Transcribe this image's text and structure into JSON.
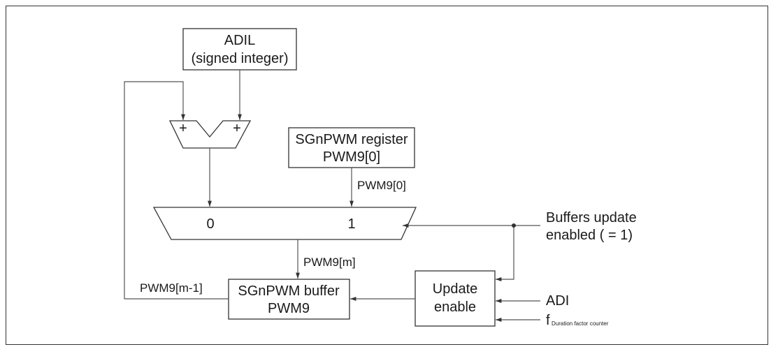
{
  "blocks": {
    "adil": {
      "line1": "ADIL",
      "line2": "(signed integer)"
    },
    "adder": {
      "plus_left": "+",
      "plus_right": "+"
    },
    "register": {
      "line1": "SGnPWM register",
      "line2": "PWM9[0]"
    },
    "mux": {
      "input0": "0",
      "input1": "1"
    },
    "buffer": {
      "line1": "SGnPWM buffer",
      "line2": "PWM9"
    },
    "update": {
      "line1": "Update",
      "line2": "enable"
    }
  },
  "signals": {
    "register_out": "PWM9[0]",
    "mux_out": "PWM9[m]",
    "feedback": "PWM9[m-1]",
    "buffers_update_line1": "Buffers update",
    "buffers_update_line2": "enabled ( = 1)",
    "adi": "ADI",
    "f_main": "f",
    "f_sub": "Duration factor counter"
  }
}
